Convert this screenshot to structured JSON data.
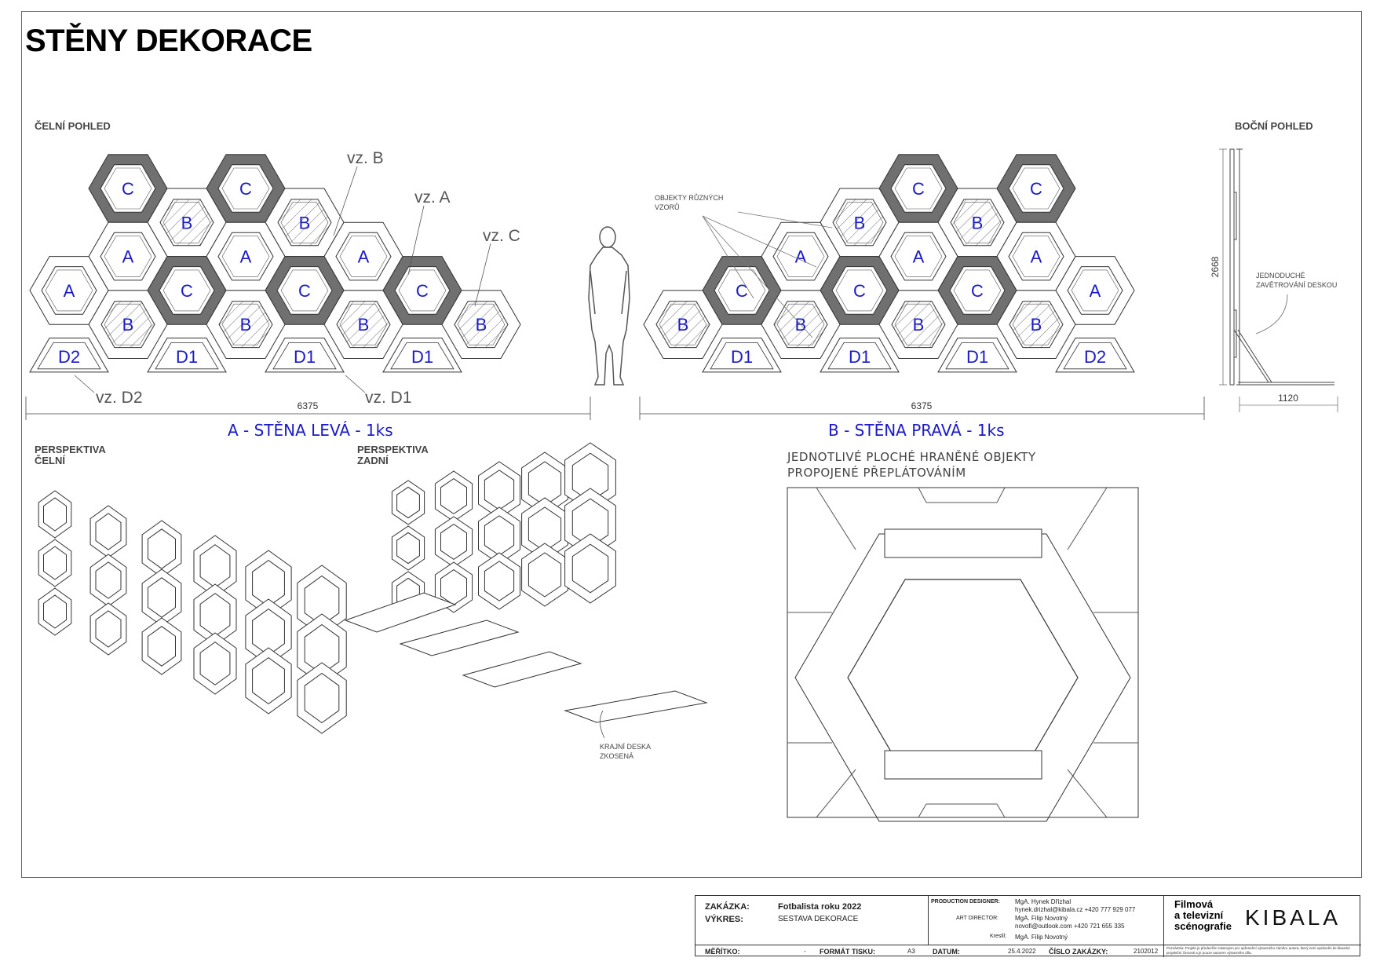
{
  "title": "STĚNY DEKORACE",
  "front_view_label": "ČELNÍ POHLED",
  "side_view_label": "BOČNÍ POHLED",
  "left_wall": {
    "title": "A - STĚNA LEVÁ - 1ks",
    "width_dim": "6375",
    "cells": [
      "C",
      "C",
      "B",
      "B",
      "A",
      "A",
      "A",
      "A",
      "C",
      "C",
      "C",
      "B",
      "B",
      "B",
      "B",
      "D2",
      "D1",
      "D1",
      "D1"
    ],
    "callouts": [
      "vz. B",
      "vz. A",
      "vz. C",
      "vz. D2",
      "vz. D1"
    ]
  },
  "right_wall": {
    "title": "B - STĚNA PRAVÁ - 1ks",
    "width_dim": "6375",
    "cells": [
      "C",
      "C",
      "B",
      "B",
      "A",
      "A",
      "A",
      "A",
      "C",
      "C",
      "C",
      "B",
      "B",
      "B",
      "B",
      "D1",
      "D1",
      "D1",
      "D2"
    ],
    "callout": "OBJEKTY RŮZNÝCH VZORŮ"
  },
  "side_view": {
    "height_dim": "2668",
    "depth_dim": "1120",
    "note": "JEDNODUCHÉ ZAVĚTROVÁNÍ DESKOU"
  },
  "perspective_front_label": "PERSPEKTIVA ČELNÍ",
  "perspective_back_label": "PERSPEKTIVA ZADNÍ",
  "edge_board_note": "KRAJNÍ DESKA ZKOSENÁ",
  "detail_note": "JEDNOTLIVÉ PLOCHÉ HRANĚNÉ OBJEKTY PROPOJENÉ PŘEPLÁTOVÁNÍM",
  "colors": {
    "label_blue": "#1a1ac8",
    "dark_hex": "#707070"
  },
  "titleblock": {
    "zakazka_label": "ZAKÁZKA:",
    "zakazka_value": "Fotbalista roku 2022",
    "vykres_label": "VÝKRES:",
    "vykres_value": "SESTAVA DEKORACE",
    "production_designer_label": "PRODUCTION DESIGNER:",
    "production_designer_name": "MgA. Hynek Dřízhal",
    "production_designer_contact": "hynek.drizhal@kibala.cz +420 777 929 077",
    "art_director_label": "ART DIRECTOR:",
    "art_director_name": "MgA. Filip Novotný",
    "art_director_contact": "novofi@outlook.com +420 721 655 335",
    "kreslil_label": "Kreslil:",
    "kreslil_value": "MgA. Filip Novotný",
    "meritko_label": "MĚŘÍTKO:",
    "meritko_value": "-",
    "format_label": "FORMÁT TISKU:",
    "format_value": "A3",
    "datum_label": "DATUM:",
    "datum_value": "25.4.2022",
    "cislo_label": "ČÍSLO ZAKÁZKY:",
    "cislo_value": "2102012",
    "school_line1": "Filmová",
    "school_line2": "a televizní",
    "school_line3": "scénografie",
    "logo": "KIBALA",
    "poznamka": "Poznámka: Projekt je především nástrojem pro upřesnění výtvarného záměru autora, který není oprávněn ke klasické projektční činnosti a je pouze autorem výtvarného díla."
  }
}
